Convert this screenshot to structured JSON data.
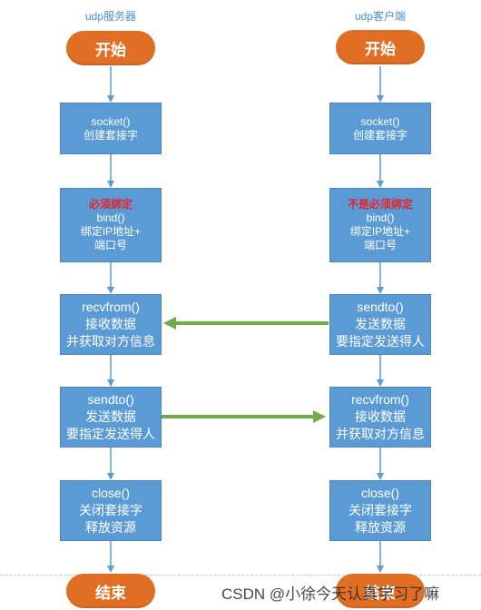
{
  "server": {
    "title": "udp服务器",
    "start": "开始",
    "end": "结束",
    "steps": [
      {
        "lines": [
          "socket()",
          "创建套接字"
        ]
      },
      {
        "highlight": "必须绑定",
        "lines": [
          "bind()",
          "绑定IP地址+",
          "端口号"
        ]
      },
      {
        "lines": [
          "recvfrom()",
          "接收数据",
          "并获取对方信息"
        ]
      },
      {
        "lines": [
          "sendto()",
          "发送数据",
          "要指定发送得人"
        ]
      },
      {
        "lines": [
          "close()",
          "关闭套接字",
          "释放资源"
        ]
      }
    ]
  },
  "client": {
    "title": "udp客户端",
    "start": "开始",
    "end": "结束",
    "steps": [
      {
        "lines": [
          "socket()",
          "创建套接字"
        ]
      },
      {
        "highlight": "不是必须绑定",
        "lines": [
          "bind()",
          "绑定IP地址+",
          "端口号"
        ]
      },
      {
        "lines": [
          "sendto()",
          "发送数据",
          "要指定发送得人"
        ]
      },
      {
        "lines": [
          "recvfrom()",
          "接收数据",
          "并获取对方信息"
        ]
      },
      {
        "lines": [
          "close()",
          "关闭套接字",
          "释放资源"
        ]
      }
    ]
  },
  "colors": {
    "pill": "#e06f25",
    "box": "#5b9bd5",
    "flow_arrow": "#5b9bd5",
    "exchange_arrow": "#70ad47",
    "highlight_text": "#e8202a"
  },
  "watermark": "CSDN @小徐今天认真学习了嘛"
}
